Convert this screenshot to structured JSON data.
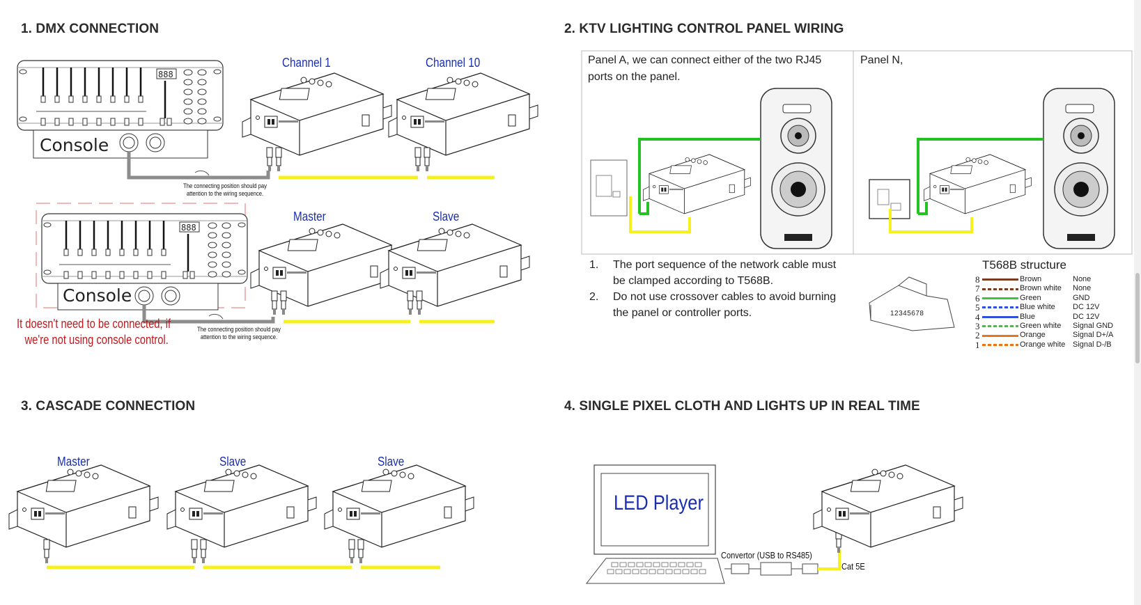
{
  "sections": {
    "dmx": {
      "title": "1. DMX CONNECTION"
    },
    "ktv": {
      "title": "2. KTV LIGHTING CONTROL PANEL WIRING"
    },
    "cascade": {
      "title": "3. CASCADE CONNECTION"
    },
    "pixel": {
      "title": "4. SINGLE PIXEL CLOTH AND LIGHTS UP IN REAL TIME"
    }
  },
  "dmx": {
    "top": {
      "label_a": "Channel 1",
      "label_b": "Channel 10",
      "console": "Console",
      "note_line1": "The connecting position should pay",
      "note_line2": "attention to the wiring sequence."
    },
    "bottom": {
      "label_a": "Master",
      "label_b": "Slave",
      "console": "Console",
      "note_line1": "The connecting position should pay",
      "note_line2": "attention to the wiring sequence.",
      "red_line1": "It doesn't need to be connected, if",
      "red_line2": "we're not using console control."
    },
    "display_digits": "888"
  },
  "ktv": {
    "panel_a": "Panel A, we can connect either of the two RJ45 ports on the panel.",
    "panel_n": "Panel N,",
    "list": [
      {
        "num": "1.",
        "text_line1": "The port sequence of the network cable must",
        "text_line2": "be clamped according to T568B."
      },
      {
        "num": "2.",
        "text_line1": "Do not use crossover cables to avoid burning",
        "text_line2": "the panel or controller ports."
      }
    ],
    "t568b": {
      "title": "T568B structure",
      "plug_pins": "12345678",
      "wires": [
        {
          "pin": "8",
          "name": "Brown",
          "func": "None",
          "color": "#7a3b1e",
          "striped": false
        },
        {
          "pin": "7",
          "name": "Brown white",
          "func": "None",
          "color": "#7a3b1e",
          "striped": true
        },
        {
          "pin": "6",
          "name": "Green",
          "func": "GND",
          "color": "#3cc53c",
          "striped": false
        },
        {
          "pin": "5",
          "name": "Blue white",
          "func": "DC 12V",
          "color": "#2e4fd8",
          "striped": true
        },
        {
          "pin": "4",
          "name": "Blue",
          "func": "DC 12V",
          "color": "#2e4fd8",
          "striped": false
        },
        {
          "pin": "3",
          "name": "Green white",
          "func": "Signal GND",
          "color": "#3cc53c",
          "striped": true
        },
        {
          "pin": "2",
          "name": "Orange",
          "func": "Signal D+/A",
          "color": "#e8741c",
          "striped": false
        },
        {
          "pin": "1",
          "name": "Orange white",
          "func": "Signal D-/B",
          "color": "#e8741c",
          "striped": true
        }
      ]
    }
  },
  "cascade": {
    "labels": [
      "Master",
      "Slave",
      "Slave"
    ]
  },
  "pixel": {
    "screen_text": "LED Player",
    "convertor": "Convertor (USB to RS485)",
    "cable": "Cat 5E"
  },
  "colors": {
    "dmx_cable": "#f5f01e",
    "power_cable": "#22c322",
    "gray_cable": "#8c8c8c",
    "blue_label": "#1a2fb0",
    "red_note": "#c0181c"
  }
}
